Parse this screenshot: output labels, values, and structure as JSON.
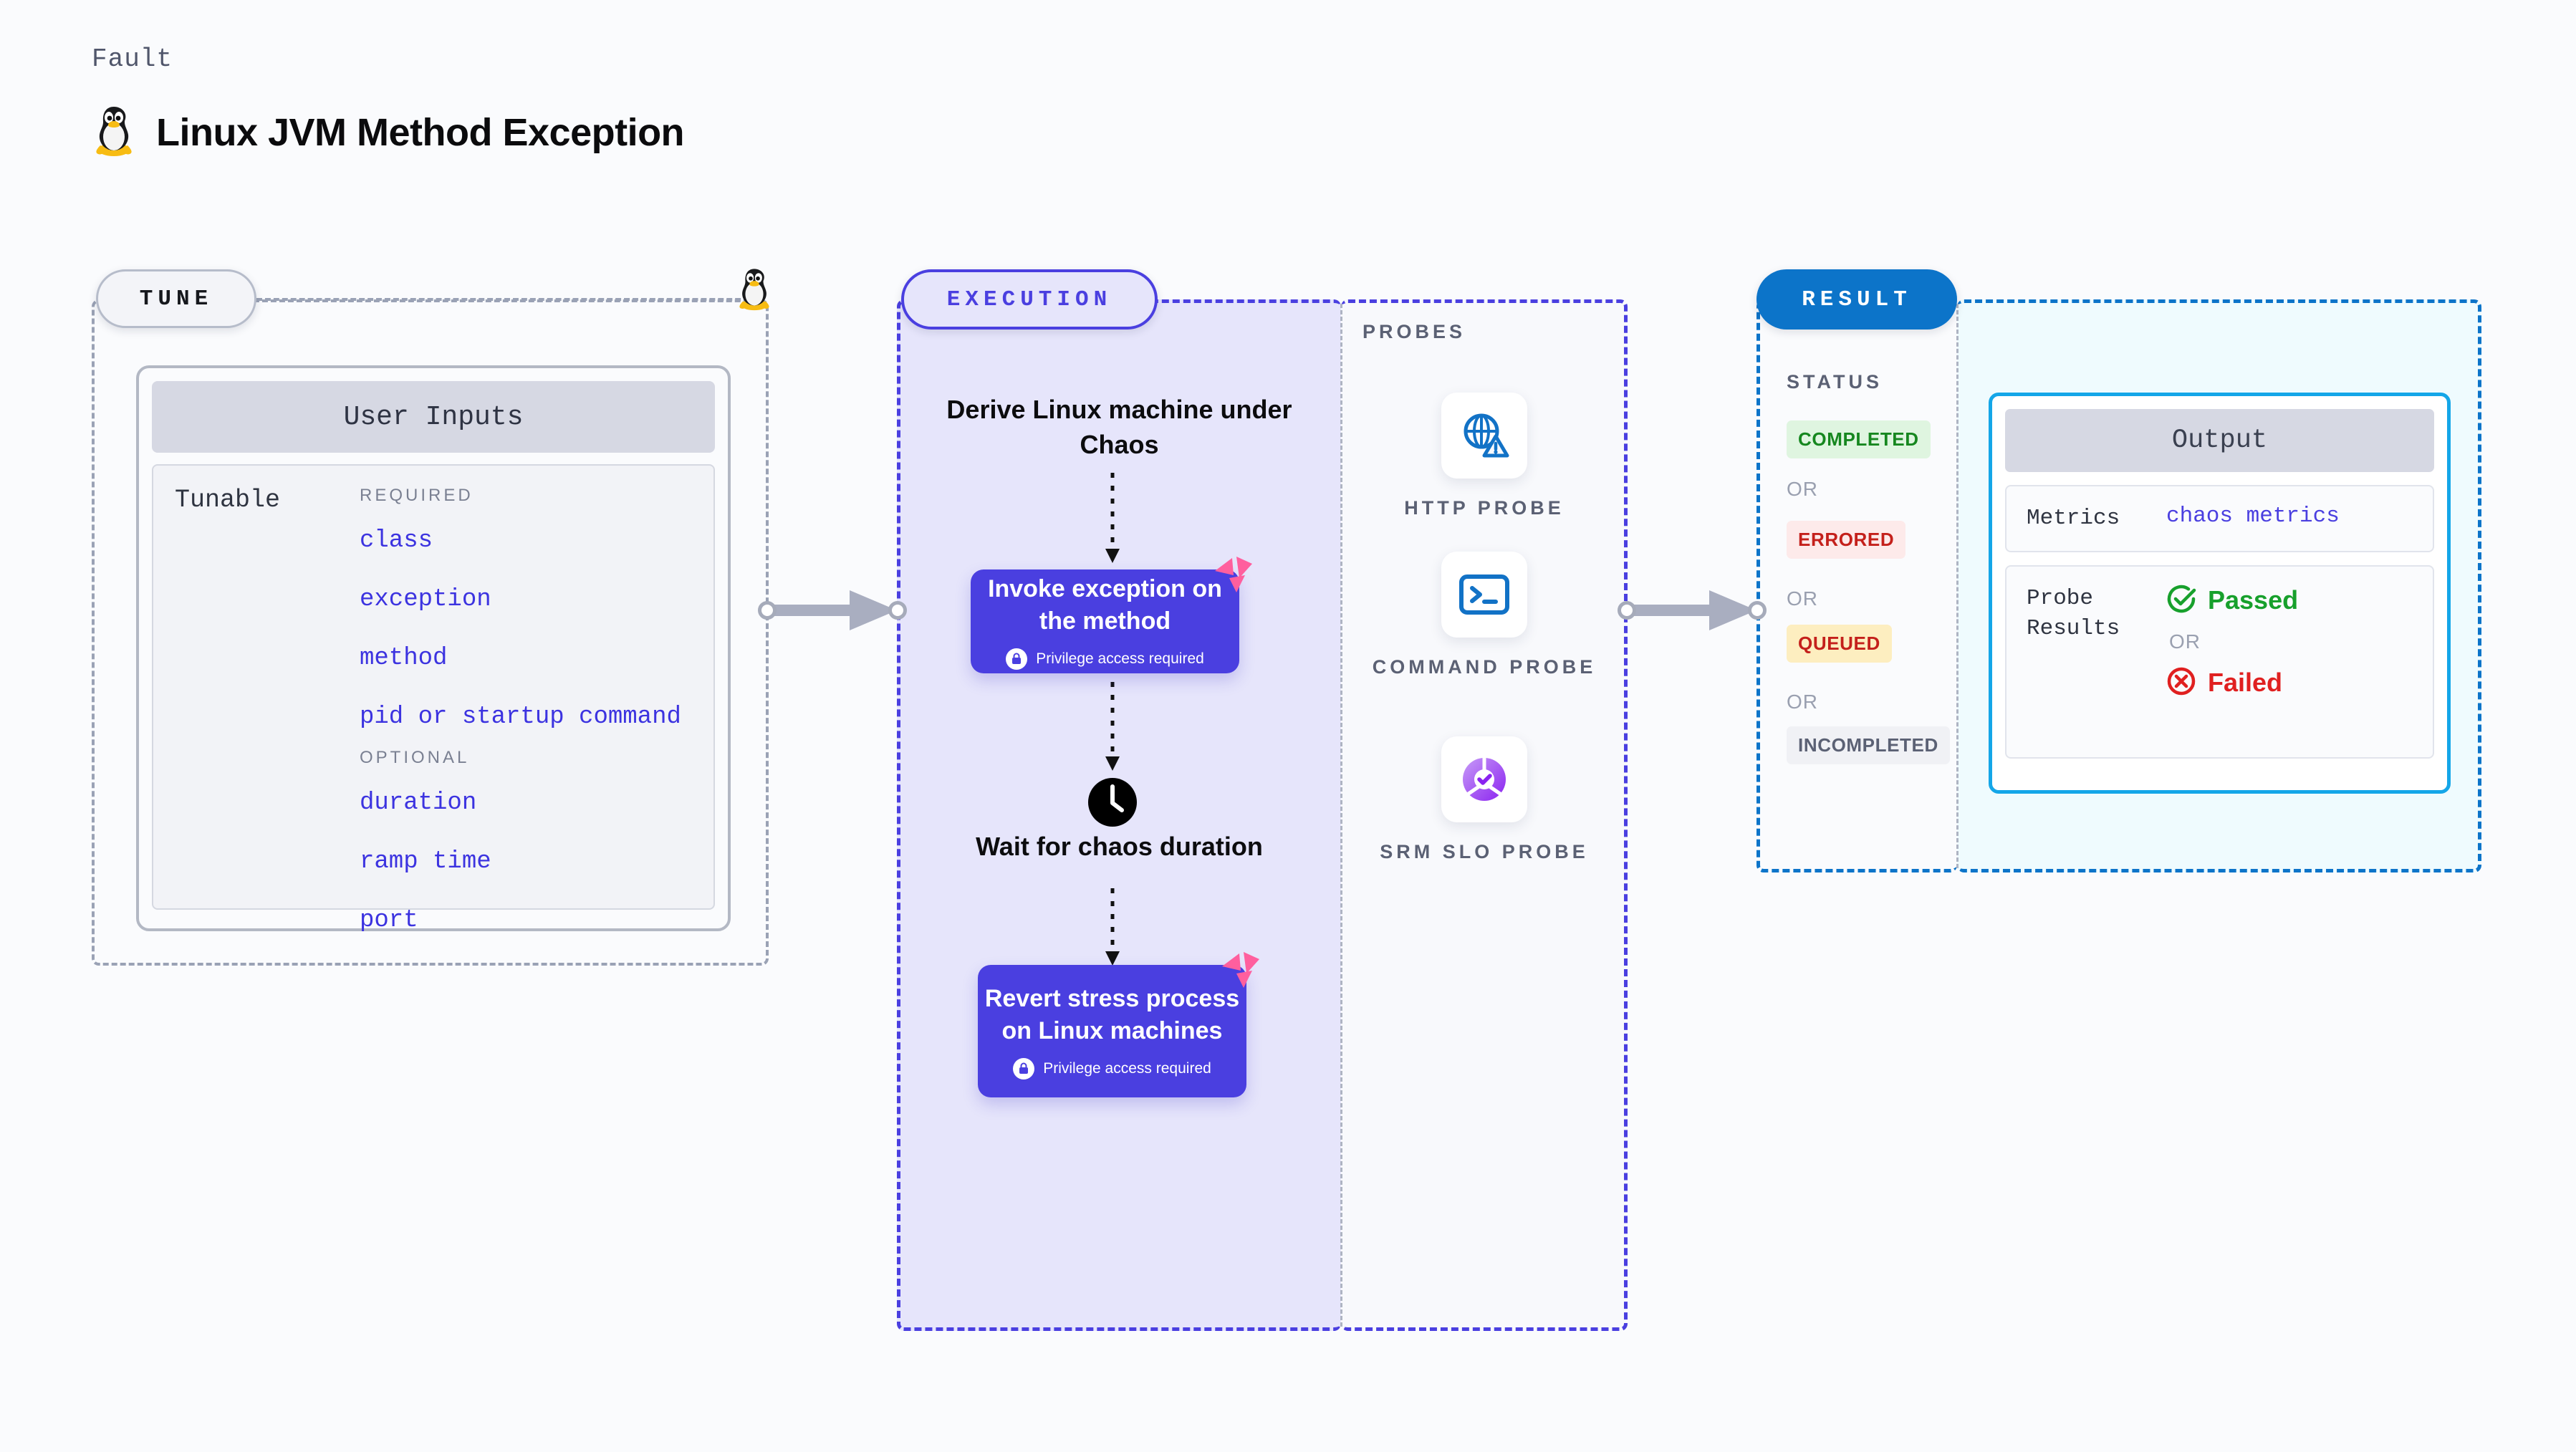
{
  "header": {
    "eyebrow": "Fault",
    "title": "Linux JVM Method Exception",
    "icon": "linux-tux-icon"
  },
  "colors": {
    "accent_purple": "#4a3fe0",
    "accent_blue": "#0c74c9",
    "accent_cyan": "#14a6e8",
    "pink_logo": "#ff5f9e",
    "passed_green": "#17a02c",
    "failed_red": "#e02020"
  },
  "tune": {
    "pill_label": "TUNE",
    "card_title": "User Inputs",
    "tunable_label": "Tunable",
    "groups": [
      {
        "heading": "REQUIRED",
        "items": [
          "class",
          "exception",
          "method",
          "pid or startup command"
        ]
      },
      {
        "heading": "OPTIONAL",
        "items": [
          "duration",
          "ramp time",
          "port"
        ]
      }
    ]
  },
  "execution": {
    "pill_label": "EXECUTION",
    "derive_step": "Derive Linux machine under Chaos",
    "invoke_step": {
      "title": "Invoke exception on the method",
      "note": "Privilege access required",
      "icon": "lock-icon",
      "badge": "harness-logo-icon"
    },
    "wait_step": {
      "label": "Wait for chaos duration",
      "icon": "clock-icon"
    },
    "revert_step": {
      "title": "Revert stress process on Linux machines",
      "note": "Privilege access required",
      "icon": "lock-icon",
      "badge": "harness-logo-icon"
    }
  },
  "probes": {
    "section_label": "PROBES",
    "items": [
      {
        "label": "HTTP PROBE",
        "icon": "globe-warning-icon"
      },
      {
        "label": "COMMAND PROBE",
        "icon": "terminal-icon"
      },
      {
        "label": "SRM SLO PROBE",
        "icon": "slo-donut-check-icon"
      }
    ]
  },
  "result": {
    "pill_label": "RESULT",
    "status_label": "STATUS",
    "or_label": "OR",
    "statuses": [
      {
        "label": "COMPLETED",
        "bg": "#dff5e0",
        "fg": "#16871f"
      },
      {
        "label": "ERRORED",
        "bg": "#fdeaea",
        "fg": "#c4201b"
      },
      {
        "label": "QUEUED",
        "bg": "#fdeec0",
        "fg": "#c4201b"
      },
      {
        "label": "INCOMPLETED",
        "bg": "#f0f1f5",
        "fg": "#5b6174"
      }
    ],
    "output": {
      "title": "Output",
      "metrics_key": "Metrics",
      "metrics_value": "chaos metrics",
      "probe_results_key": "Probe Results",
      "passed_label": "Passed",
      "failed_label": "Failed",
      "or_label": "OR",
      "passed_icon": "check-circle-icon",
      "failed_icon": "x-circle-icon"
    }
  }
}
